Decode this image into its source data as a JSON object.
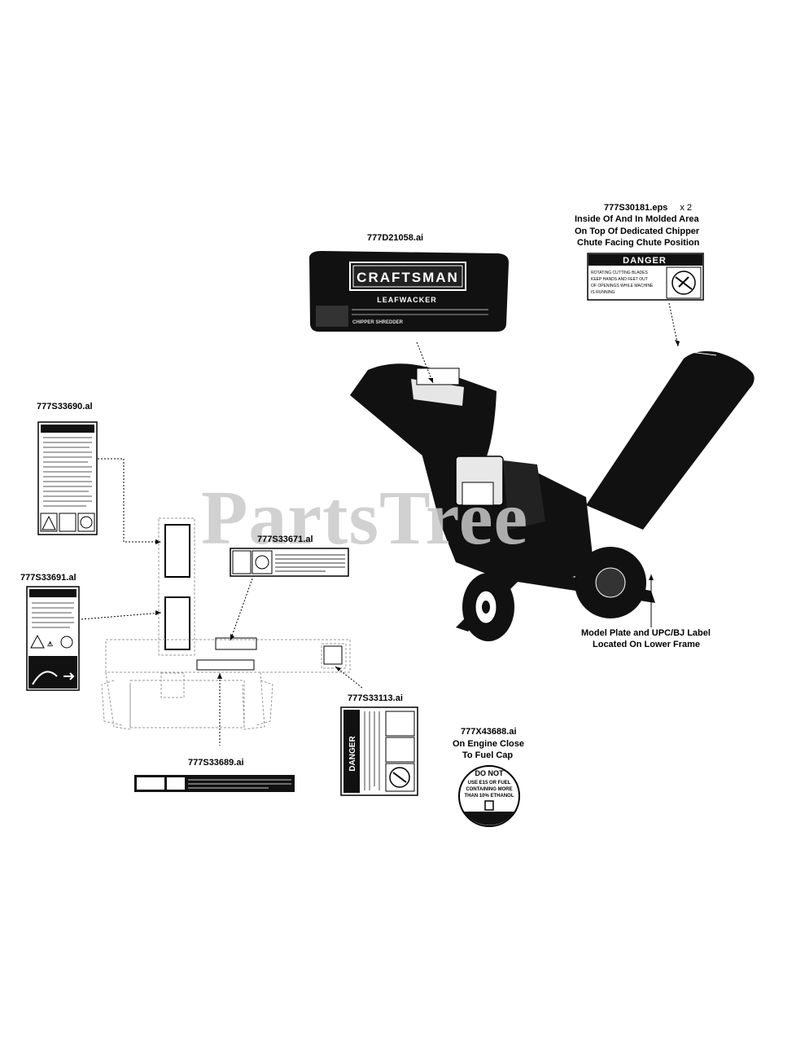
{
  "watermark": "PartsTree",
  "labels": {
    "decal_craftsman": "777D21058.ai",
    "decal_danger": "777S30181.eps",
    "decal_danger_qty": "x 2",
    "decal_danger_note_1": "Inside Of And In Molded Area",
    "decal_danger_note_2": "On Top Of Dedicated Chipper",
    "decal_danger_note_3": "Chute Facing Chute Position",
    "decal_33690": "777S33690.al",
    "decal_33691": "777S33691.al",
    "decal_33671": "777S33671.al",
    "decal_33113": "777S33113.ai",
    "decal_33689": "777S33689.ai",
    "decal_43688": "777X43688.ai",
    "decal_43688_note_1": "On Engine Close",
    "decal_43688_note_2": "To Fuel Cap",
    "model_plate_1": "Model Plate and UPC/BJ Label",
    "model_plate_2": "Located On Lower Frame"
  },
  "decal_text": {
    "brand": "CRAFTSMAN",
    "product": "LEAFWACKER",
    "subtitle": "CHIPPER SHREDDER",
    "danger_word": "DANGER",
    "danger_line_1": "ROTATING CUTTING BLADES",
    "danger_line_2": "KEEP HANDS AND FEET OUT",
    "danger_line_3": "OF OPENINGS WHILE MACHINE",
    "danger_line_4": "IS RUNNING",
    "fuel_1": "DO NOT",
    "fuel_2": "USE E15 OR FUEL",
    "fuel_3": "CONTAINING MORE",
    "fuel_4": "THAN 10% ETHANOL"
  }
}
